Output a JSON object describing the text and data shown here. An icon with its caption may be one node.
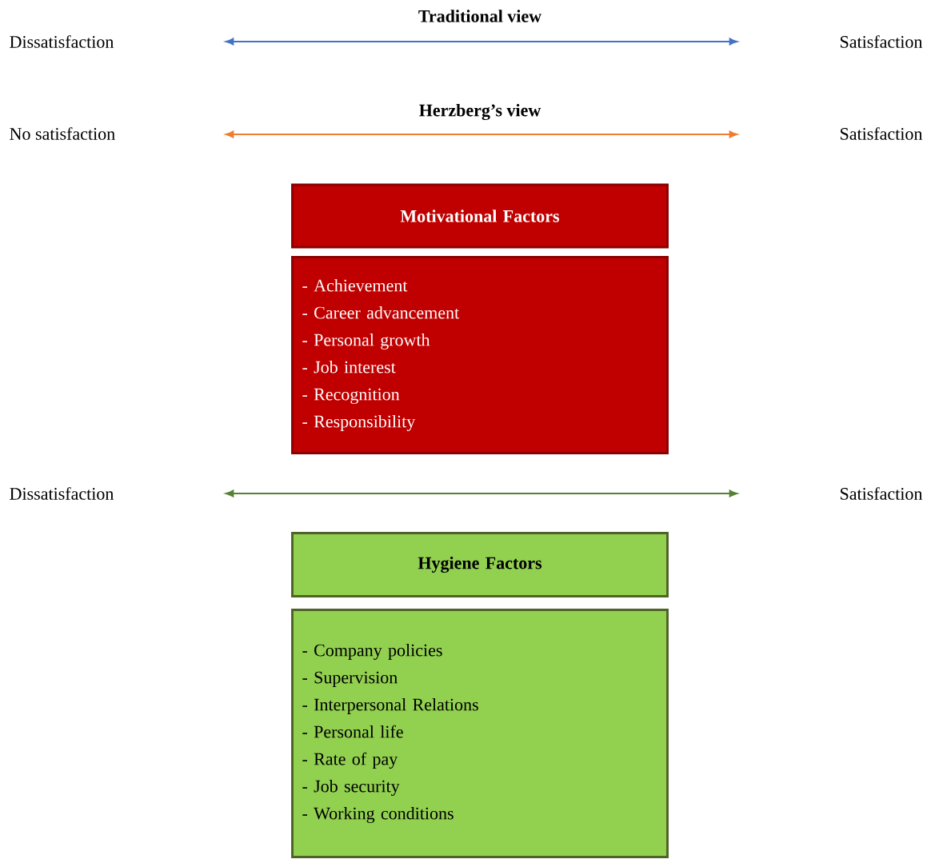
{
  "diagram": {
    "nodes": [
      {
        "text": [
          "Motivational Factors"
        ]
      },
      {
        "text": [
          "- Achievement",
          "- Career advancement",
          "- Personal growth",
          "- Job interest",
          "- Recognition",
          "- Responsibility"
        ]
      },
      {
        "text": [
          "Hygiene Factors"
        ]
      },
      {
        "text": [
          "- Company policies",
          "- Supervision",
          "- Interpersonal Relations",
          "- Personal life",
          "- Rate of pay",
          "- Job security",
          "- Working conditions"
        ]
      }
    ],
    "labels": [
      "Traditional view",
      "Dissatisfaction",
      "Satisfaction",
      "Herzberg’s view",
      "No satisfaction",
      "Satisfaction",
      "Dissatisfaction",
      "Satisfaction"
    ]
  }
}
